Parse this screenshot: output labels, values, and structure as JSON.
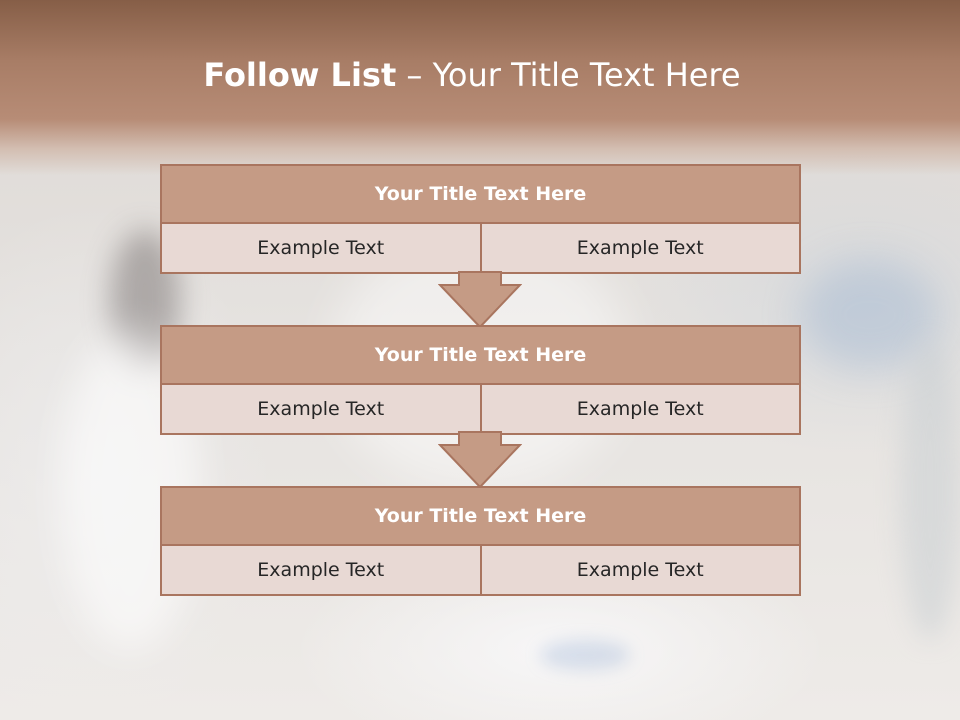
{
  "title": {
    "bold": "Follow List",
    "rest": " – Your Title Text Here"
  },
  "steps": [
    {
      "title": "Your Title Text Here",
      "left": "Example Text",
      "right": "Example Text"
    },
    {
      "title": "Your Title Text Here",
      "left": "Example Text",
      "right": "Example Text"
    },
    {
      "title": "Your Title Text Here",
      "left": "Example Text",
      "right": "Example Text"
    }
  ],
  "colors": {
    "header": "#a87d66",
    "panel_title": "#c59b85",
    "panel_cell": "#e8d9d4",
    "border": "#a9755f"
  }
}
